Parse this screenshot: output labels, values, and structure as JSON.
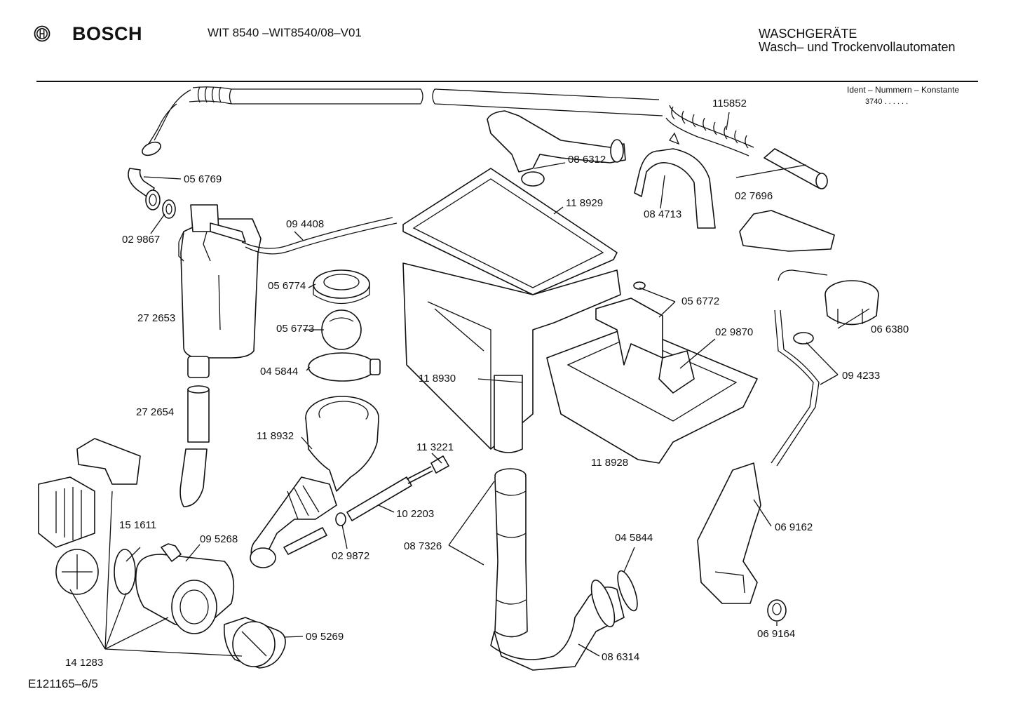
{
  "header": {
    "brand": "BOSCH",
    "model": "WIT 8540 –WIT8540/08–V01",
    "category_line1": "WASCHGERÄTE",
    "category_line2": "Wasch– und Trockenvollautomaten",
    "ident_title": "Ident – Nummern – Konstante",
    "ident_value": "3740  .  .  .  .  .  ."
  },
  "footer": {
    "doc_ref": "E121165–6/5"
  },
  "parts": [
    "05 6769",
    "02 9867",
    "27 2653",
    "27 2654",
    "09 4408",
    "05 6774",
    "05 6773",
    "04 5844",
    "11 8932",
    "11 3221",
    "10 2203",
    "02 9872",
    "15 1611",
    "09 5268",
    "09 5269",
    "14 1283",
    "08 6312",
    "11 8929",
    "11 8930",
    "08 4713",
    "115852",
    "02 7696",
    "05 6772",
    "02 9870",
    "11 8928",
    "06 6380",
    "09 4233",
    "06 9162",
    "06 9164",
    "04 5844",
    "08 7326",
    "08 6314"
  ]
}
